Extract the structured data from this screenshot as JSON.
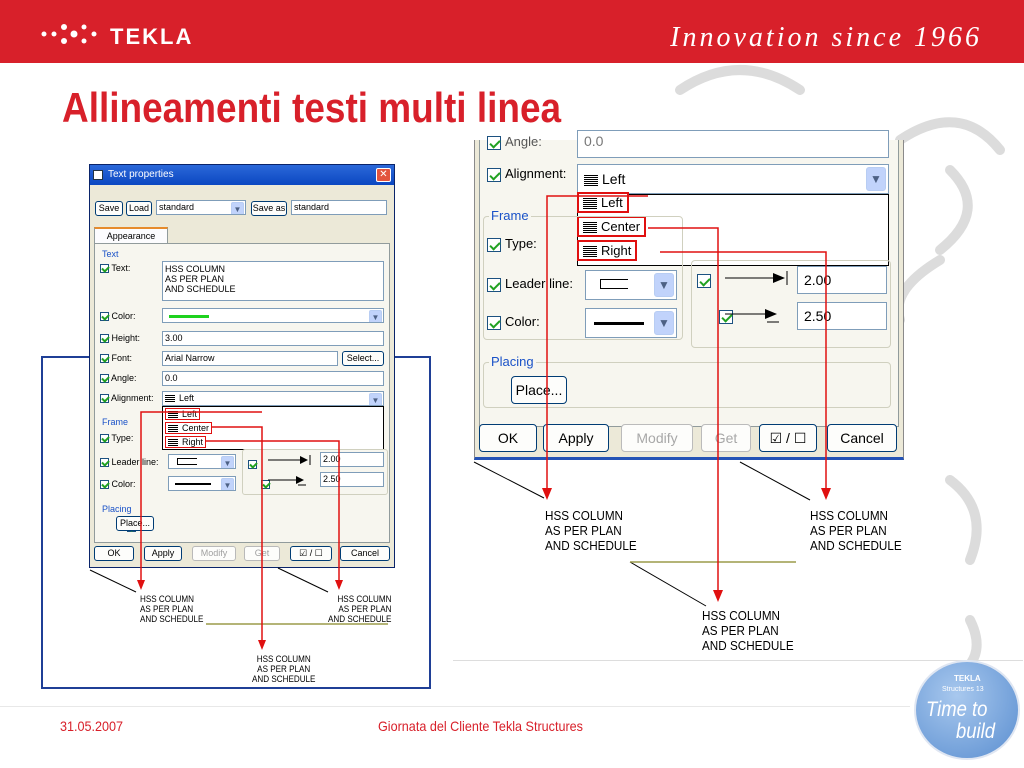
{
  "header": {
    "brand": "TEKLA",
    "tagline": "Innovation since 1966"
  },
  "slide_title": "Allineamenti testi multi linea",
  "small_dialog": {
    "title": "Text properties",
    "save": "Save",
    "load": "Load",
    "preset": "standard",
    "save_as": "Save as",
    "save_as_value": "standard",
    "tab": "Appearance",
    "group_text": "Text",
    "text_label": "Text:",
    "text_value": "HSS COLUMN\nAS PER PLAN\nAND SCHEDULE",
    "color_label": "Color:",
    "height_label": "Height:",
    "height_value": "3.00",
    "font_label": "Font:",
    "font_value": "Arial Narrow",
    "select": "Select...",
    "angle_label": "Angle:",
    "angle_value": "0.0",
    "alignment_label": "Alignment:",
    "alignment_value": "Left",
    "options": [
      "Left",
      "Center",
      "Right"
    ],
    "group_frame": "Frame",
    "type_label": "Type:",
    "leader_label": "Leader line:",
    "color2_label": "Color:",
    "arrow1_value": "2.00",
    "arrow2_value": "2.50",
    "group_placing": "Placing",
    "place": "Place...",
    "ok": "OK",
    "apply": "Apply",
    "modify": "Modify",
    "get": "Get",
    "toggle": "☑ / ☐",
    "cancel": "Cancel"
  },
  "big_dialog": {
    "angle_label": "Angle:",
    "angle_value": "0.0",
    "alignment_label": "Alignment:",
    "alignment_value": "Left",
    "options": [
      "Left",
      "Center",
      "Right"
    ],
    "group_frame": "Frame",
    "type_label": "Type:",
    "leader_label": "Leader line:",
    "color_label": "Color:",
    "arrow1_value": "2.00",
    "arrow2_value": "2.50",
    "group_placing": "Placing",
    "place": "Place...",
    "ok": "OK",
    "apply": "Apply",
    "modify": "Modify",
    "get": "Get",
    "toggle": "☑ / ☐",
    "cancel": "Cancel"
  },
  "outputs": {
    "text": "HSS COLUMN\nAS PER PLAN\nAND SCHEDULE"
  },
  "footer": {
    "date": "31.05.2007",
    "event": "Giornata del Cliente Tekla Structures"
  },
  "badge": {
    "brand": "TEKLA",
    "product": "Structures 13",
    "line1": "Time to",
    "line2": "build"
  },
  "colors": {
    "accent": "#d8202a",
    "frame_blue": "#1f3f96",
    "callout_red": "#e01010"
  }
}
